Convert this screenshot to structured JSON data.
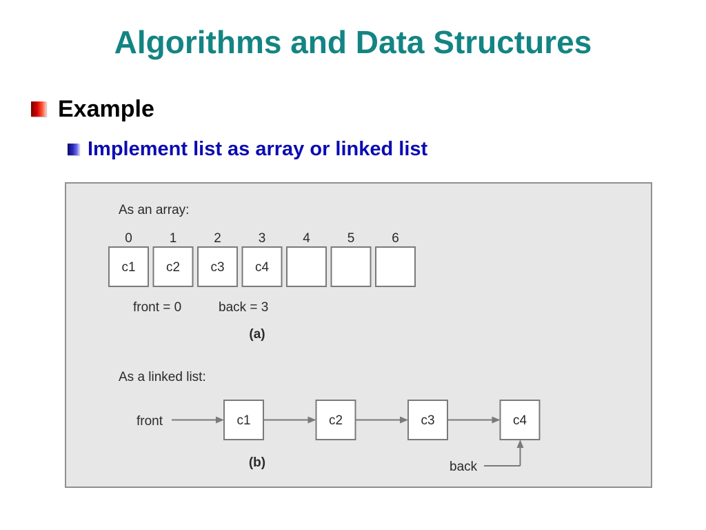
{
  "slide": {
    "title": "Algorithms and Data Structures",
    "bullets": [
      {
        "text": "Example",
        "level": 1
      },
      {
        "text": "Implement list as array or linked list",
        "level": 2
      }
    ]
  },
  "figure": {
    "array_section": {
      "heading": "As an array:",
      "indices": [
        "0",
        "1",
        "2",
        "3",
        "4",
        "5",
        "6"
      ],
      "cells": [
        "c1",
        "c2",
        "c3",
        "c4",
        "",
        "",
        ""
      ],
      "front_label": "front = 0",
      "back_label": "back = 3",
      "caption": "(a)"
    },
    "linked_section": {
      "heading": "As a linked list:",
      "front_label": "front",
      "nodes": [
        "c1",
        "c2",
        "c3",
        "c4"
      ],
      "back_label": "back",
      "caption": "(b)"
    }
  },
  "colors": {
    "title": "#138483",
    "bullet_level1_text": "#000000",
    "bullet_level2_text": "#0b0bb4",
    "figure_background": "#e7e7e7",
    "figure_border": "#8f8f8f"
  }
}
